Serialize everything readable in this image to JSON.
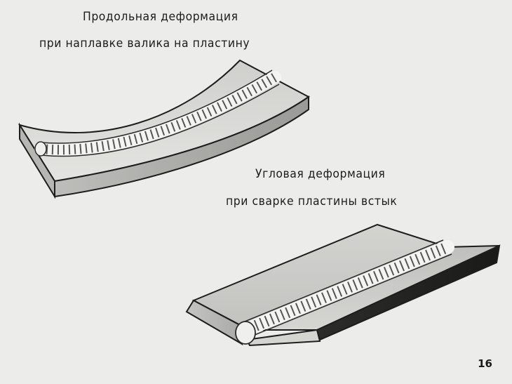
{
  "captions": {
    "longitudinal_line1": "Продольная деформация",
    "longitudinal_line2": "при наплавке валика на пластину",
    "angular_line1": "Угловая деформация",
    "angular_line2": "при сварке пластины встык"
  },
  "page_number": "16"
}
